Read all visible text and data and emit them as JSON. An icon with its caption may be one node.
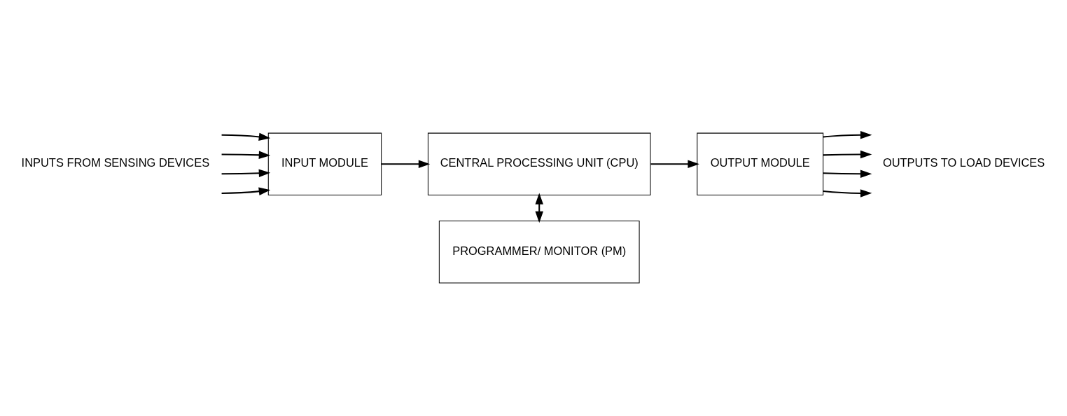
{
  "diagram": {
    "nodes": [
      {
        "text": [
          "INPUTS FROM SENSING DEVICES"
        ]
      },
      {
        "text": [
          "INPUT MODULE"
        ]
      },
      {
        "text": [
          "CENTRAL PROCESSING UNIT (CPU)"
        ]
      },
      {
        "text": [
          "OUTPUT MODULE"
        ]
      },
      {
        "text": [
          "OUTPUTS TO LOAD DEVICES"
        ]
      },
      {
        "text": [
          "PROGRAMMER/ MONITOR (PM)"
        ]
      }
    ],
    "edges": [
      {
        "from": 0,
        "to": 1,
        "arrow": "to"
      },
      {
        "from": 0,
        "to": 1,
        "arrow": "to"
      },
      {
        "from": 0,
        "to": 1,
        "arrow": "to"
      },
      {
        "from": 0,
        "to": 1,
        "arrow": "to"
      },
      {
        "from": 1,
        "to": 2,
        "arrow": "to"
      },
      {
        "from": 2,
        "to": 3,
        "arrow": "to"
      },
      {
        "from": 3,
        "to": 4,
        "arrow": "to"
      },
      {
        "from": 3,
        "to": 4,
        "arrow": "to"
      },
      {
        "from": 3,
        "to": 4,
        "arrow": "to"
      },
      {
        "from": 3,
        "to": 4,
        "arrow": "to"
      },
      {
        "from": 2,
        "to": 5,
        "arrow": "both"
      }
    ]
  }
}
